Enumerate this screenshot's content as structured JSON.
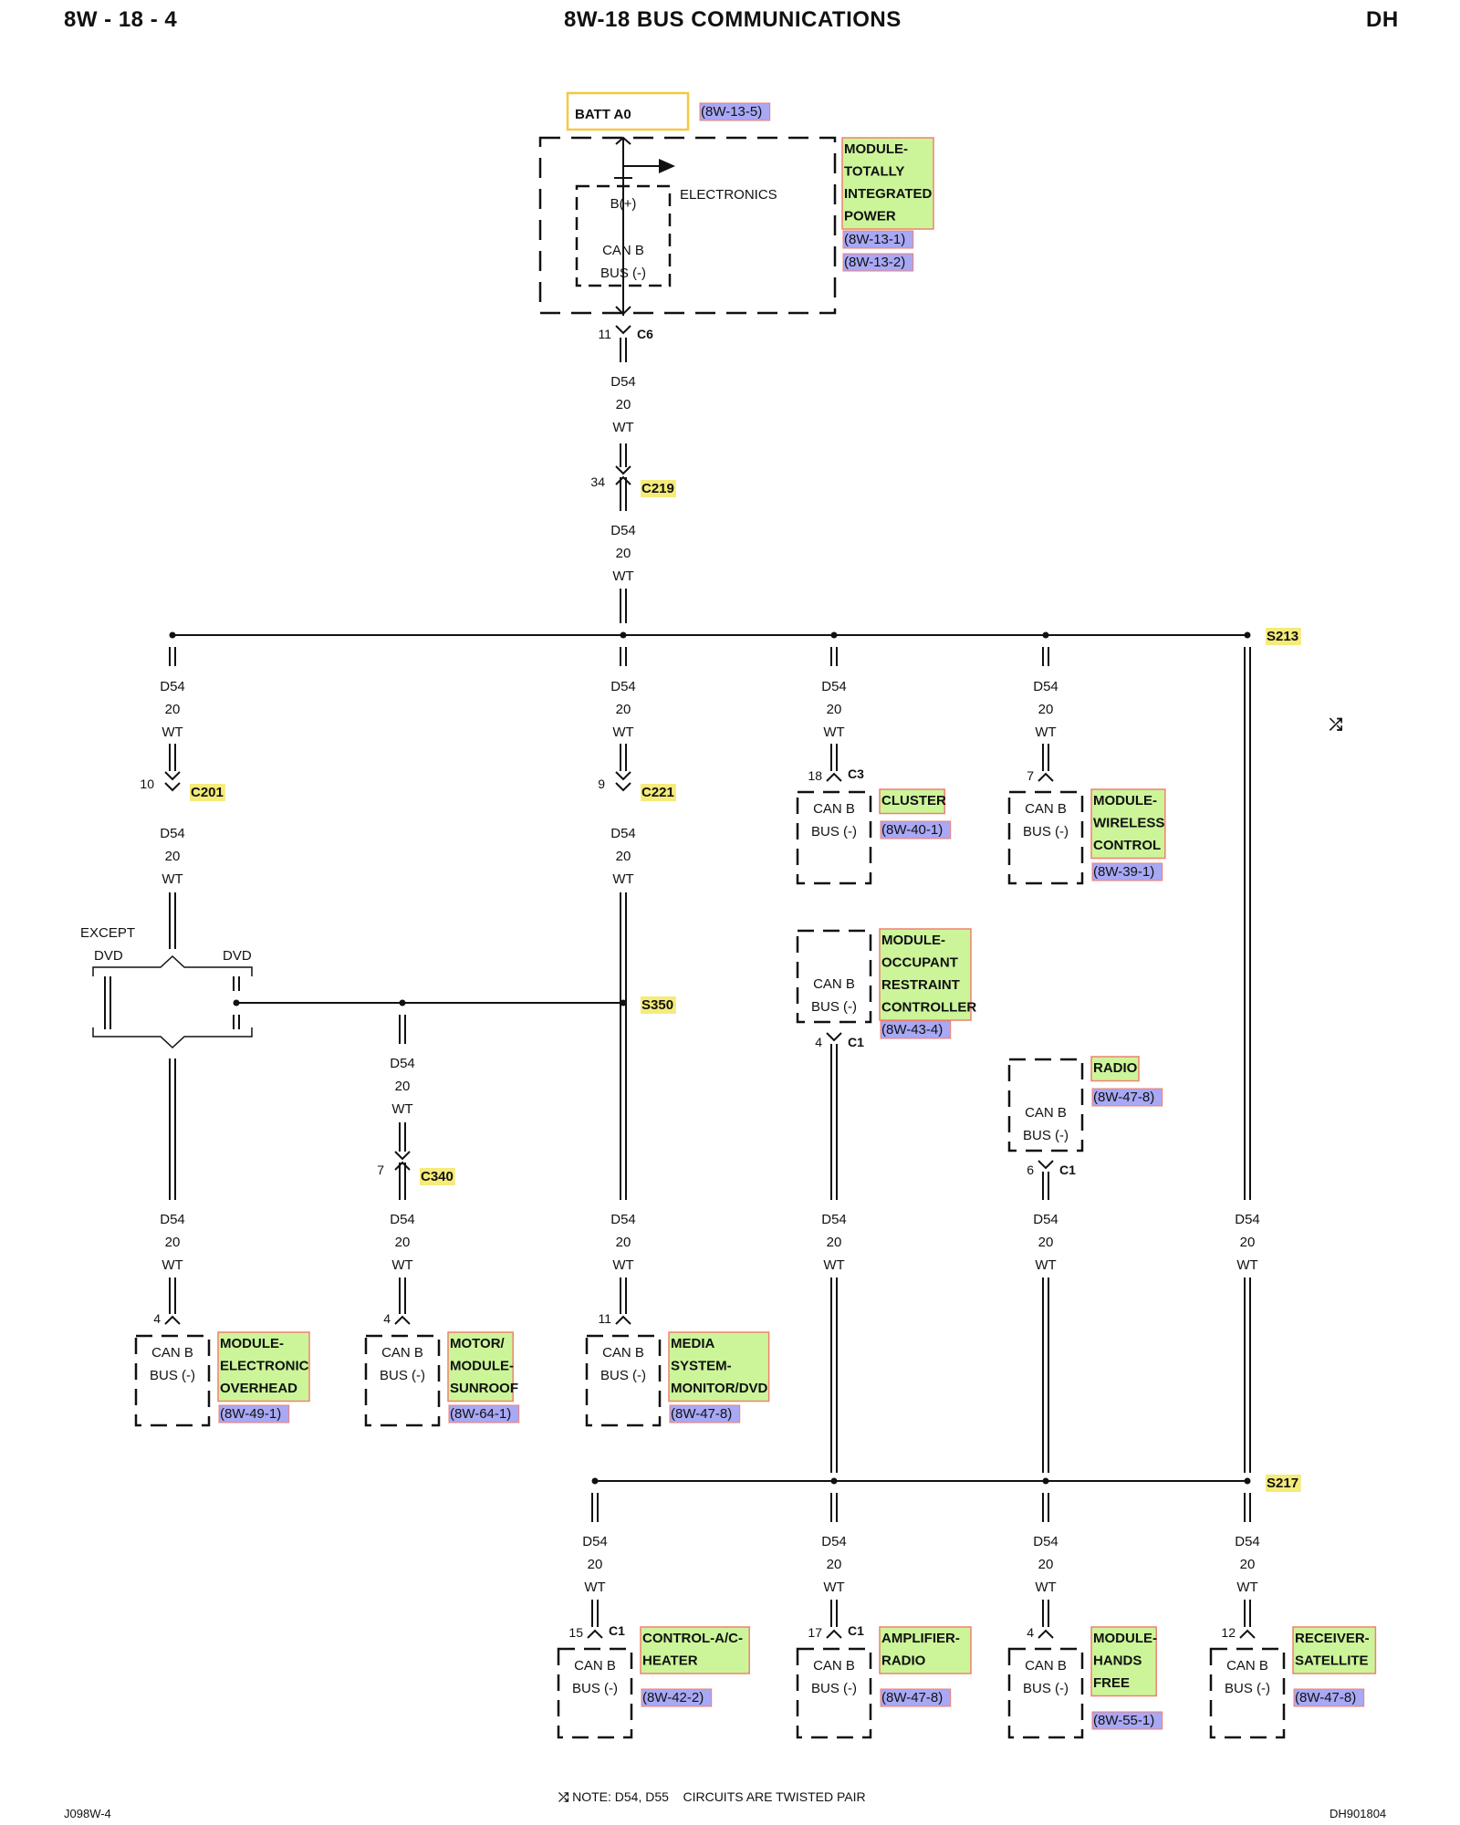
{
  "header": {
    "left": "8W - 18 - 4",
    "title": "8W-18 BUS COMMUNICATIONS",
    "right": "DH"
  },
  "footer": {
    "left": "J098W-4",
    "note_prefix": "NOTE:",
    "note_text": "D54, D55    CIRCUITS ARE TWISTED PAIR",
    "right": "DH901804"
  },
  "colors": {
    "green_box": "#ccf59a",
    "green_border": "#f08070",
    "blue_box": "#a8a8f5",
    "yellow_box": "#f5eb7a",
    "batt_border": "#f5c842",
    "line": "#111111"
  },
  "wire_code": [
    "D54",
    "20",
    "WT"
  ],
  "battery": {
    "label": "BATT A0",
    "ref": "(8W-13-5)"
  },
  "tipm": {
    "name_lines": [
      "MODULE-",
      "TOTALLY",
      "INTEGRATED",
      "POWER"
    ],
    "refs": [
      "(8W-13-1)",
      "(8W-13-2)"
    ],
    "electronics": "ELECTRONICS",
    "bplus": "B(+)",
    "canb_lines": [
      "CAN B",
      "BUS (-)"
    ],
    "pin": "11",
    "connector": "C6"
  },
  "splices": [
    "S213",
    "S350",
    "S217"
  ],
  "connectors": [
    {
      "pin": "34",
      "name": "C219"
    },
    {
      "pin": "10",
      "name": "C201"
    },
    {
      "pin": "9",
      "name": "C221"
    },
    {
      "pin": "7",
      "name": "C340"
    }
  ],
  "dvd_options": {
    "except": "EXCEPT",
    "left": "DVD",
    "right": "DVD"
  },
  "twist_symbol": "⤮",
  "modules": [
    {
      "id": "cluster",
      "name_lines": [
        "CLUSTER"
      ],
      "ref": "(8W-40-1)",
      "pin": "18",
      "connector": "C3"
    },
    {
      "id": "wireless",
      "name_lines": [
        "MODULE-",
        "WIRELESS",
        "CONTROL"
      ],
      "ref": "(8W-39-1)",
      "pin": "7",
      "connector": ""
    },
    {
      "id": "orc",
      "name_lines": [
        "MODULE-",
        "OCCUPANT",
        "RESTRAINT",
        "CONTROLLER"
      ],
      "ref": "(8W-43-4)",
      "pin": "4",
      "connector": "C1"
    },
    {
      "id": "radio",
      "name_lines": [
        "RADIO"
      ],
      "ref": "(8W-47-8)",
      "pin": "6",
      "connector": "C1"
    },
    {
      "id": "overhead",
      "name_lines": [
        "MODULE-",
        "ELECTRONIC",
        "OVERHEAD"
      ],
      "ref": "(8W-49-1)",
      "pin": "4",
      "connector": ""
    },
    {
      "id": "sunroof",
      "name_lines": [
        "MOTOR/",
        "MODULE-",
        "SUNROOF"
      ],
      "ref": "(8W-64-1)",
      "pin": "4",
      "connector": ""
    },
    {
      "id": "media",
      "name_lines": [
        "MEDIA",
        "SYSTEM-",
        "MONITOR/DVD"
      ],
      "ref": "(8W-47-8)",
      "pin": "11",
      "connector": ""
    },
    {
      "id": "hvac",
      "name_lines": [
        "CONTROL-A/C-",
        "HEATER"
      ],
      "ref": "(8W-42-2)",
      "pin": "15",
      "connector": "C1"
    },
    {
      "id": "amp",
      "name_lines": [
        "AMPLIFIER-",
        "RADIO"
      ],
      "ref": "(8W-47-8)",
      "pin": "17",
      "connector": "C1"
    },
    {
      "id": "handsfree",
      "name_lines": [
        "MODULE-",
        "HANDS",
        "FREE"
      ],
      "ref": "(8W-55-1)",
      "pin": "4",
      "connector": ""
    },
    {
      "id": "satellite",
      "name_lines": [
        "RECEIVER-",
        "SATELLITE"
      ],
      "ref": "(8W-47-8)",
      "pin": "12",
      "connector": ""
    }
  ]
}
